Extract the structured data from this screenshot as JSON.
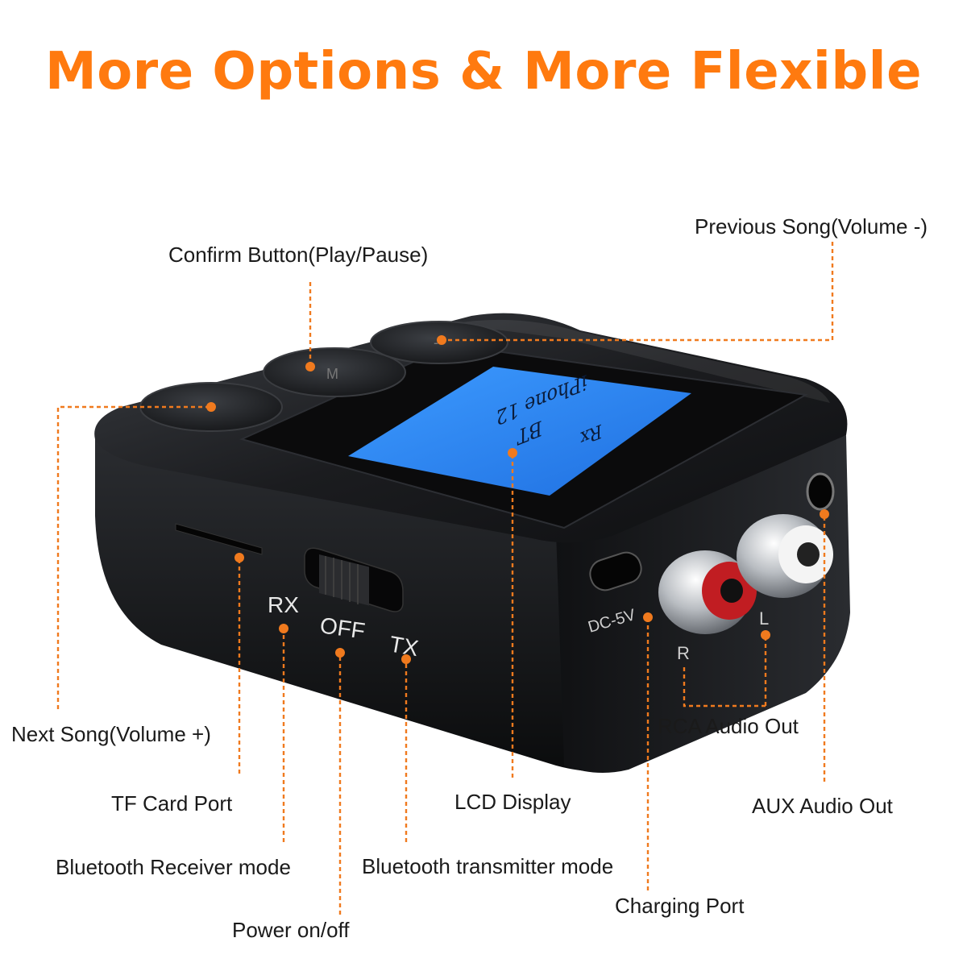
{
  "headline": "More Options & More Flexible",
  "accent_color": "#ff7a0f",
  "device": {
    "lcd": {
      "line1": "Rx",
      "line2": "BT",
      "line3": "iPhone 12",
      "color": "#2f8cff"
    },
    "switch": {
      "rx": "RX",
      "off": "OFF",
      "tx": "TX"
    },
    "port_dc": "DC-5V",
    "rca_r": "R",
    "rca_l": "L"
  },
  "callouts": {
    "previous_song": "Previous Song(Volume -)",
    "confirm_button": "Confirm Button(Play/Pause)",
    "next_song": "Next Song(Volume +)",
    "tf_card_port": "TF Card Port",
    "lcd_display": "LCD Display",
    "aux_audio_out": "AUX Audio Out",
    "rca_audio_out": "RCA Audio Out",
    "bluetooth_receiver_mode": "Bluetooth Receiver mode",
    "bluetooth_transmitter_mode": "Bluetooth transmitter mode",
    "charging_port": "Charging Port",
    "power_on_off": "Power on/off"
  }
}
